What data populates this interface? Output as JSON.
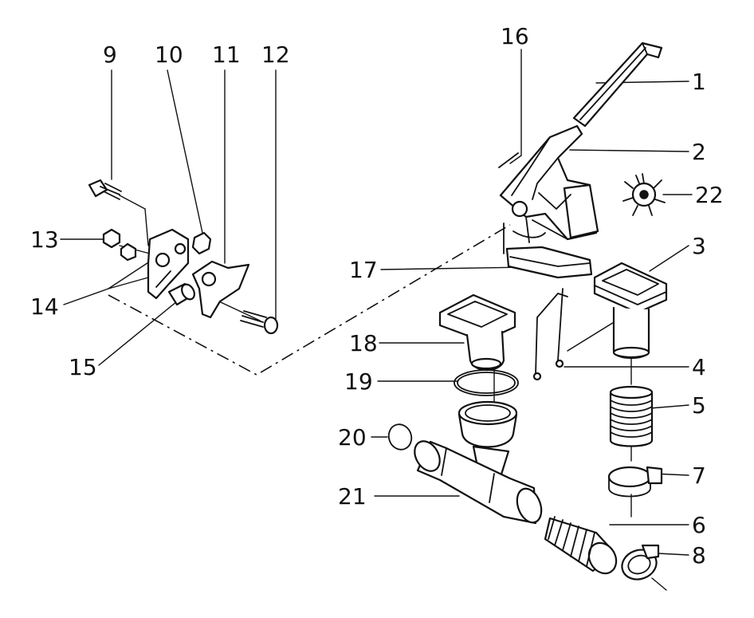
{
  "callouts": [
    {
      "id": "1",
      "text": "1"
    },
    {
      "id": "2",
      "text": "2"
    },
    {
      "id": "3",
      "text": "3"
    },
    {
      "id": "4",
      "text": "4"
    },
    {
      "id": "5",
      "text": "5"
    },
    {
      "id": "6",
      "text": "6"
    },
    {
      "id": "7",
      "text": "7"
    },
    {
      "id": "8",
      "text": "8"
    },
    {
      "id": "9",
      "text": "9"
    },
    {
      "id": "10",
      "text": "10"
    },
    {
      "id": "11",
      "text": "11"
    },
    {
      "id": "12",
      "text": "12"
    },
    {
      "id": "13",
      "text": "13"
    },
    {
      "id": "14",
      "text": "14"
    },
    {
      "id": "15",
      "text": "15"
    },
    {
      "id": "16",
      "text": "16"
    },
    {
      "id": "17",
      "text": "17"
    },
    {
      "id": "18",
      "text": "18"
    },
    {
      "id": "19",
      "text": "19"
    },
    {
      "id": "20",
      "text": "20"
    },
    {
      "id": "21",
      "text": "21"
    },
    {
      "id": "22",
      "text": "22"
    }
  ],
  "colors": {
    "ink": "#111111",
    "paper": "#ffffff"
  }
}
